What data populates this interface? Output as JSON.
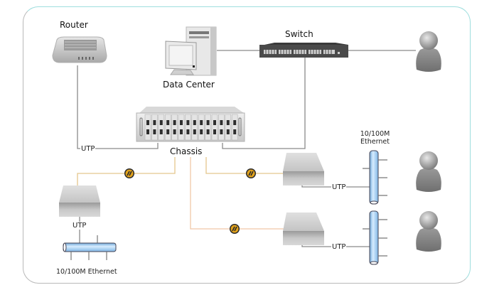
{
  "diagram": {
    "labels": {
      "router": "Router",
      "switch": "Switch",
      "data_center": "Data Center",
      "chassis": "Chassis",
      "utp": "UTP",
      "ethernet_top": "10/100M Ethernet",
      "ethernet_top_line1": "10/100M",
      "ethernet_top_line2": "Ethernet",
      "ethernet_bottom": "10/100M Ethernet"
    },
    "nodes": [
      {
        "id": "router",
        "type": "router-icon"
      },
      {
        "id": "data-center",
        "type": "server-workstation-icon"
      },
      {
        "id": "switch",
        "type": "network-switch-icon"
      },
      {
        "id": "chassis",
        "type": "media-converter-chassis-icon"
      },
      {
        "id": "converter-left",
        "type": "media-converter-icon"
      },
      {
        "id": "converter-right-top",
        "type": "media-converter-icon"
      },
      {
        "id": "converter-right-bottom",
        "type": "media-converter-icon"
      },
      {
        "id": "user-top",
        "type": "user-icon"
      },
      {
        "id": "user-middle",
        "type": "user-icon"
      },
      {
        "id": "user-bottom",
        "type": "user-icon"
      },
      {
        "id": "ethernet-bus-left",
        "type": "ethernet-bus-icon"
      },
      {
        "id": "ethernet-bus-right-top",
        "type": "ethernet-bus-icon"
      },
      {
        "id": "ethernet-bus-right-bottom",
        "type": "ethernet-bus-icon"
      }
    ],
    "links": [
      {
        "from": "router",
        "to": "chassis",
        "medium": "UTP"
      },
      {
        "from": "data-center",
        "to": "switch",
        "medium": "copper"
      },
      {
        "from": "switch",
        "to": "user-top",
        "medium": "copper"
      },
      {
        "from": "switch",
        "to": "chassis",
        "medium": "copper"
      },
      {
        "from": "chassis",
        "to": "converter-left",
        "medium": "fiber"
      },
      {
        "from": "chassis",
        "to": "converter-right-top",
        "medium": "fiber"
      },
      {
        "from": "chassis",
        "to": "converter-right-bottom",
        "medium": "fiber"
      },
      {
        "from": "converter-left",
        "to": "ethernet-bus-left",
        "medium": "UTP"
      },
      {
        "from": "converter-right-top",
        "to": "ethernet-bus-right-top",
        "medium": "UTP"
      },
      {
        "from": "converter-right-bottom",
        "to": "ethernet-bus-right-bottom",
        "medium": "UTP"
      }
    ],
    "colors": {
      "copper_line": "#808080",
      "fiber_line": "#e8c88a",
      "fiber_connector": "#e2a21a",
      "ethernet_bus": "#a9d3f5",
      "frame_accent": "#9fdede"
    }
  }
}
